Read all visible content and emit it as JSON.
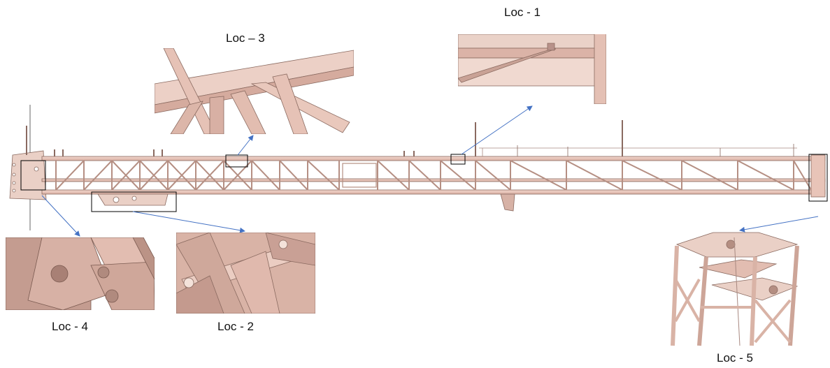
{
  "labels": {
    "loc1": "Loc - 1",
    "loc2": "Loc - 2",
    "loc3": "Loc – 3",
    "loc4": "Loc - 4",
    "loc5": "Loc - 5"
  },
  "colors": {
    "steel": "#e8c4b8",
    "steel_dark": "#c79a8c",
    "steel_edge": "#8a6a60",
    "arrow": "#4472c4",
    "box": "#000000"
  }
}
